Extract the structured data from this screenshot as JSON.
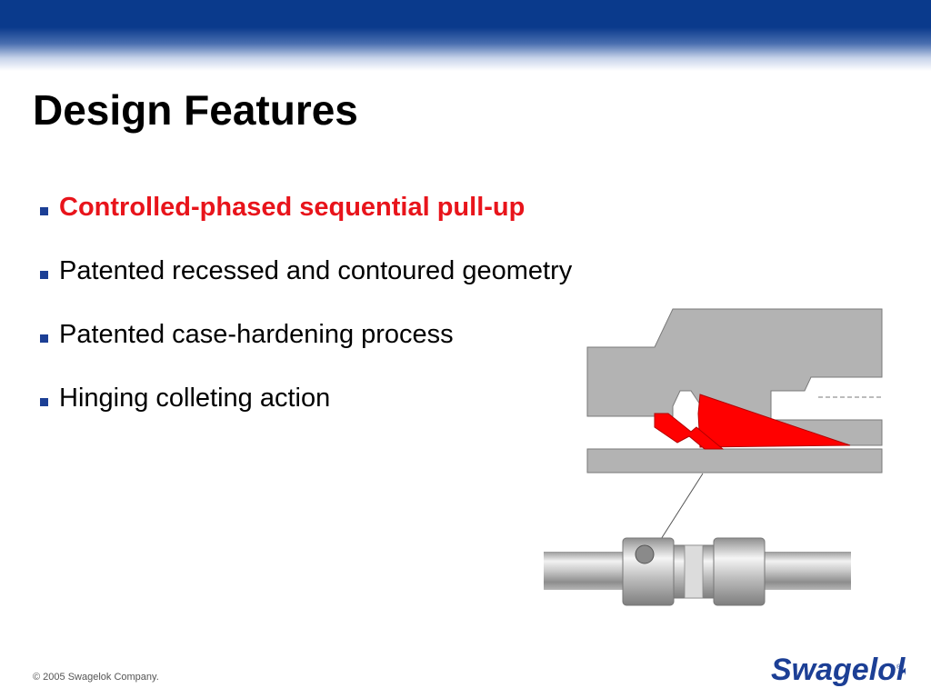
{
  "slide": {
    "title": "Design Features",
    "bullets": [
      {
        "text": "Controlled-phased sequential pull-up",
        "highlighted": true
      },
      {
        "text": "Patented recessed and contoured geometry",
        "highlighted": false
      },
      {
        "text": "Patented case-hardening process",
        "highlighted": false
      },
      {
        "text": "Hinging colleting action",
        "highlighted": false
      }
    ],
    "footer": "© 2005 Swagelok Company.",
    "logo_text": "Swagelok"
  },
  "colors": {
    "brand_blue": "#0a3a8c",
    "bullet_marker": "#1c3f95",
    "highlight_red": "#e8141b",
    "ferrule_red": "#ff0000",
    "section_gray": "#b3b3b3"
  }
}
